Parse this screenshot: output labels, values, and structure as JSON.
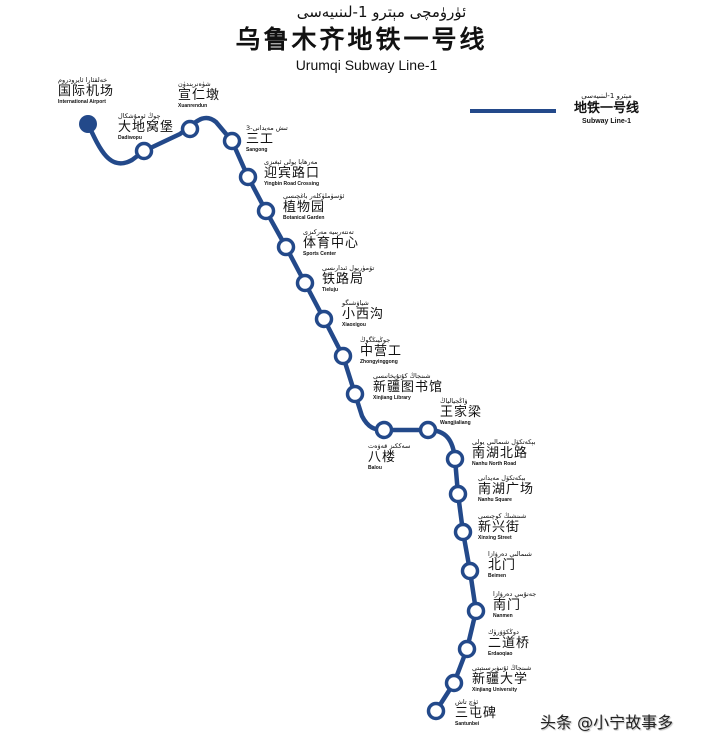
{
  "header": {
    "title_ug": "ئۈرۈمچى مېترو 1-لىنىيەسى",
    "title_zh": "乌鲁木齐地铁一号线",
    "title_en": "Urumqi Subway Line-1"
  },
  "legend": {
    "ug": "مېترو 1-لىنىيەسى",
    "zh": "地铁一号线",
    "en": "Subway Line-1",
    "line_color": "#23498a"
  },
  "colors": {
    "line": "#23498a",
    "station_fill": "#ffffff",
    "terminal_fill": "#23498a"
  },
  "stations": [
    {
      "zh": "国际机场",
      "en": "International Airport",
      "ug": "خەلقئارا ئايرودروم",
      "terminal": true
    },
    {
      "zh": "大地窝堡",
      "en": "Dadiwopu",
      "ug": "چوڭ ئومۇشكال"
    },
    {
      "zh": "宣仁墩",
      "en": "Xuanrendun",
      "ug": "شۈەنرېندۈن"
    },
    {
      "zh": "三工",
      "en": "Sangong",
      "ug": "3-تىش مەيدانى"
    },
    {
      "zh": "迎宾路口",
      "en": "Yingbin Road Crossing",
      "ug": "مەرھابا يولى ئېغىزى"
    },
    {
      "zh": "植物园",
      "en": "Botanical Garden",
      "ug": "ئۆسۈملۈكلەر باغچىسى"
    },
    {
      "zh": "体育中心",
      "en": "Sports Center",
      "ug": "تەنتەربىيە مەركىزى"
    },
    {
      "zh": "铁路局",
      "en": "Tieluju",
      "ug": "تۆمۈريول ئىدارىسى"
    },
    {
      "zh": "小西沟",
      "en": "Xiaoxigou",
      "ug": "شياۋشىگو"
    },
    {
      "zh": "中营工",
      "en": "Zhongyinggong",
      "ug": "جوڭيىڭگوڭ"
    },
    {
      "zh": "新疆图书馆",
      "en": "Xinjiang Library",
      "ug": "شىنجاڭ كۇتۇپخانىسى"
    },
    {
      "zh": "八楼",
      "en": "Balou",
      "ug": "سەككىز قەۋەت"
    },
    {
      "zh": "王家梁",
      "en": "Wangjialiang",
      "ug": "ۋاڭجيالياڭ"
    },
    {
      "zh": "南湖北路",
      "en": "Nanhu North Road",
      "ug": "بېكەتكۆل شىمالىي يولى"
    },
    {
      "zh": "南湖广场",
      "en": "Nanhu Square",
      "ug": "بېكەتكۆل مەيدانى"
    },
    {
      "zh": "新兴街",
      "en": "Xinxing Street",
      "ug": "شىنشىڭ كوچىسى"
    },
    {
      "zh": "北门",
      "en": "Beimen",
      "ug": "شىمالىي دەرۋازا"
    },
    {
      "zh": "南门",
      "en": "Nanmen",
      "ug": "جەنۇبىي دەرۋازا"
    },
    {
      "zh": "二道桥",
      "en": "Erdaoqiao",
      "ug": "دوڭكۆۋرۈك"
    },
    {
      "zh": "新疆大学",
      "en": "Xinjiang University",
      "ug": "شىنجاڭ ئۇنىۋېرسىتېتى"
    },
    {
      "zh": "三屯碑",
      "en": "Santunbei",
      "ug": "ئۈچ تاش"
    }
  ],
  "watermark": "头条 @小宁故事多"
}
